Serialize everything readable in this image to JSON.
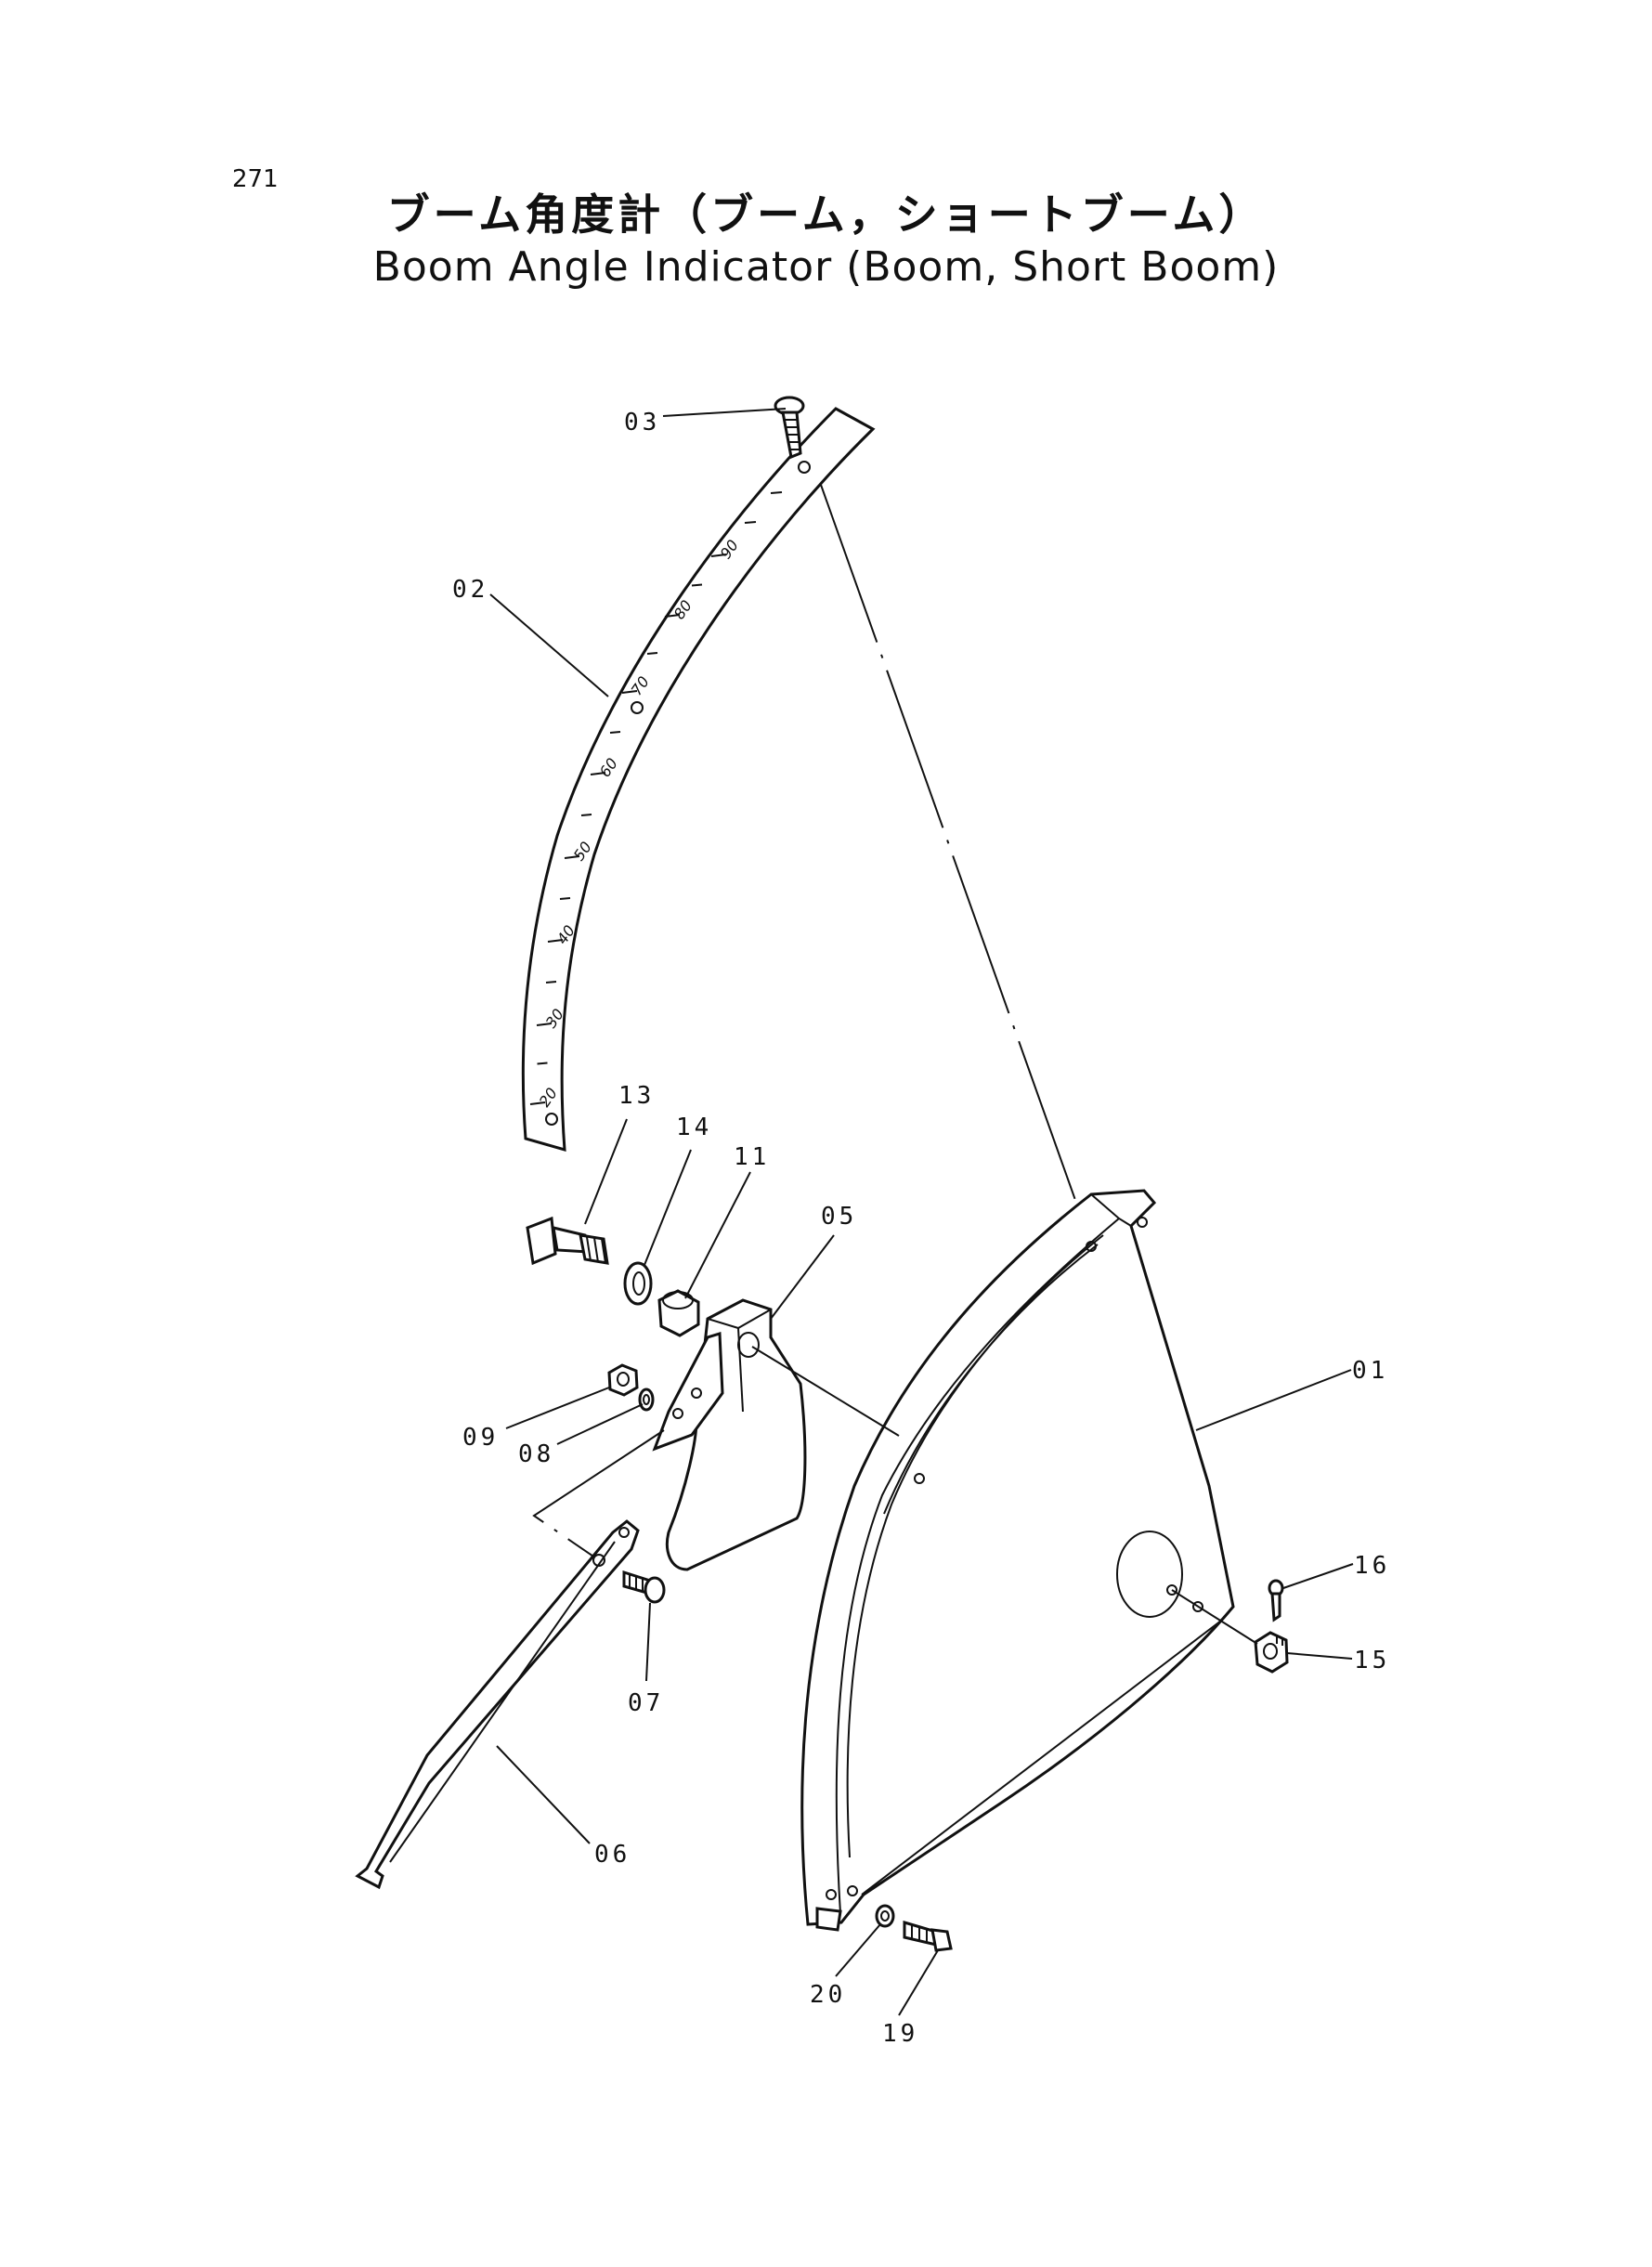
{
  "page": {
    "number": "271",
    "title_jp": "ブーム角度計（ブーム，ショートブーム）",
    "title_en": "Boom Angle Indicator (Boom, Short Boom)"
  },
  "callouts": {
    "p01": "01",
    "p02": "02",
    "p03": "03",
    "p05": "05",
    "p06": "06",
    "p07": "07",
    "p08": "08",
    "p09": "09",
    "p11": "11",
    "p13": "13",
    "p14": "14",
    "p15": "15",
    "p16": "16",
    "p19": "19",
    "p20": "20"
  },
  "scale_labels": [
    "20",
    "30",
    "40",
    "50",
    "60",
    "70",
    "80",
    "90"
  ]
}
